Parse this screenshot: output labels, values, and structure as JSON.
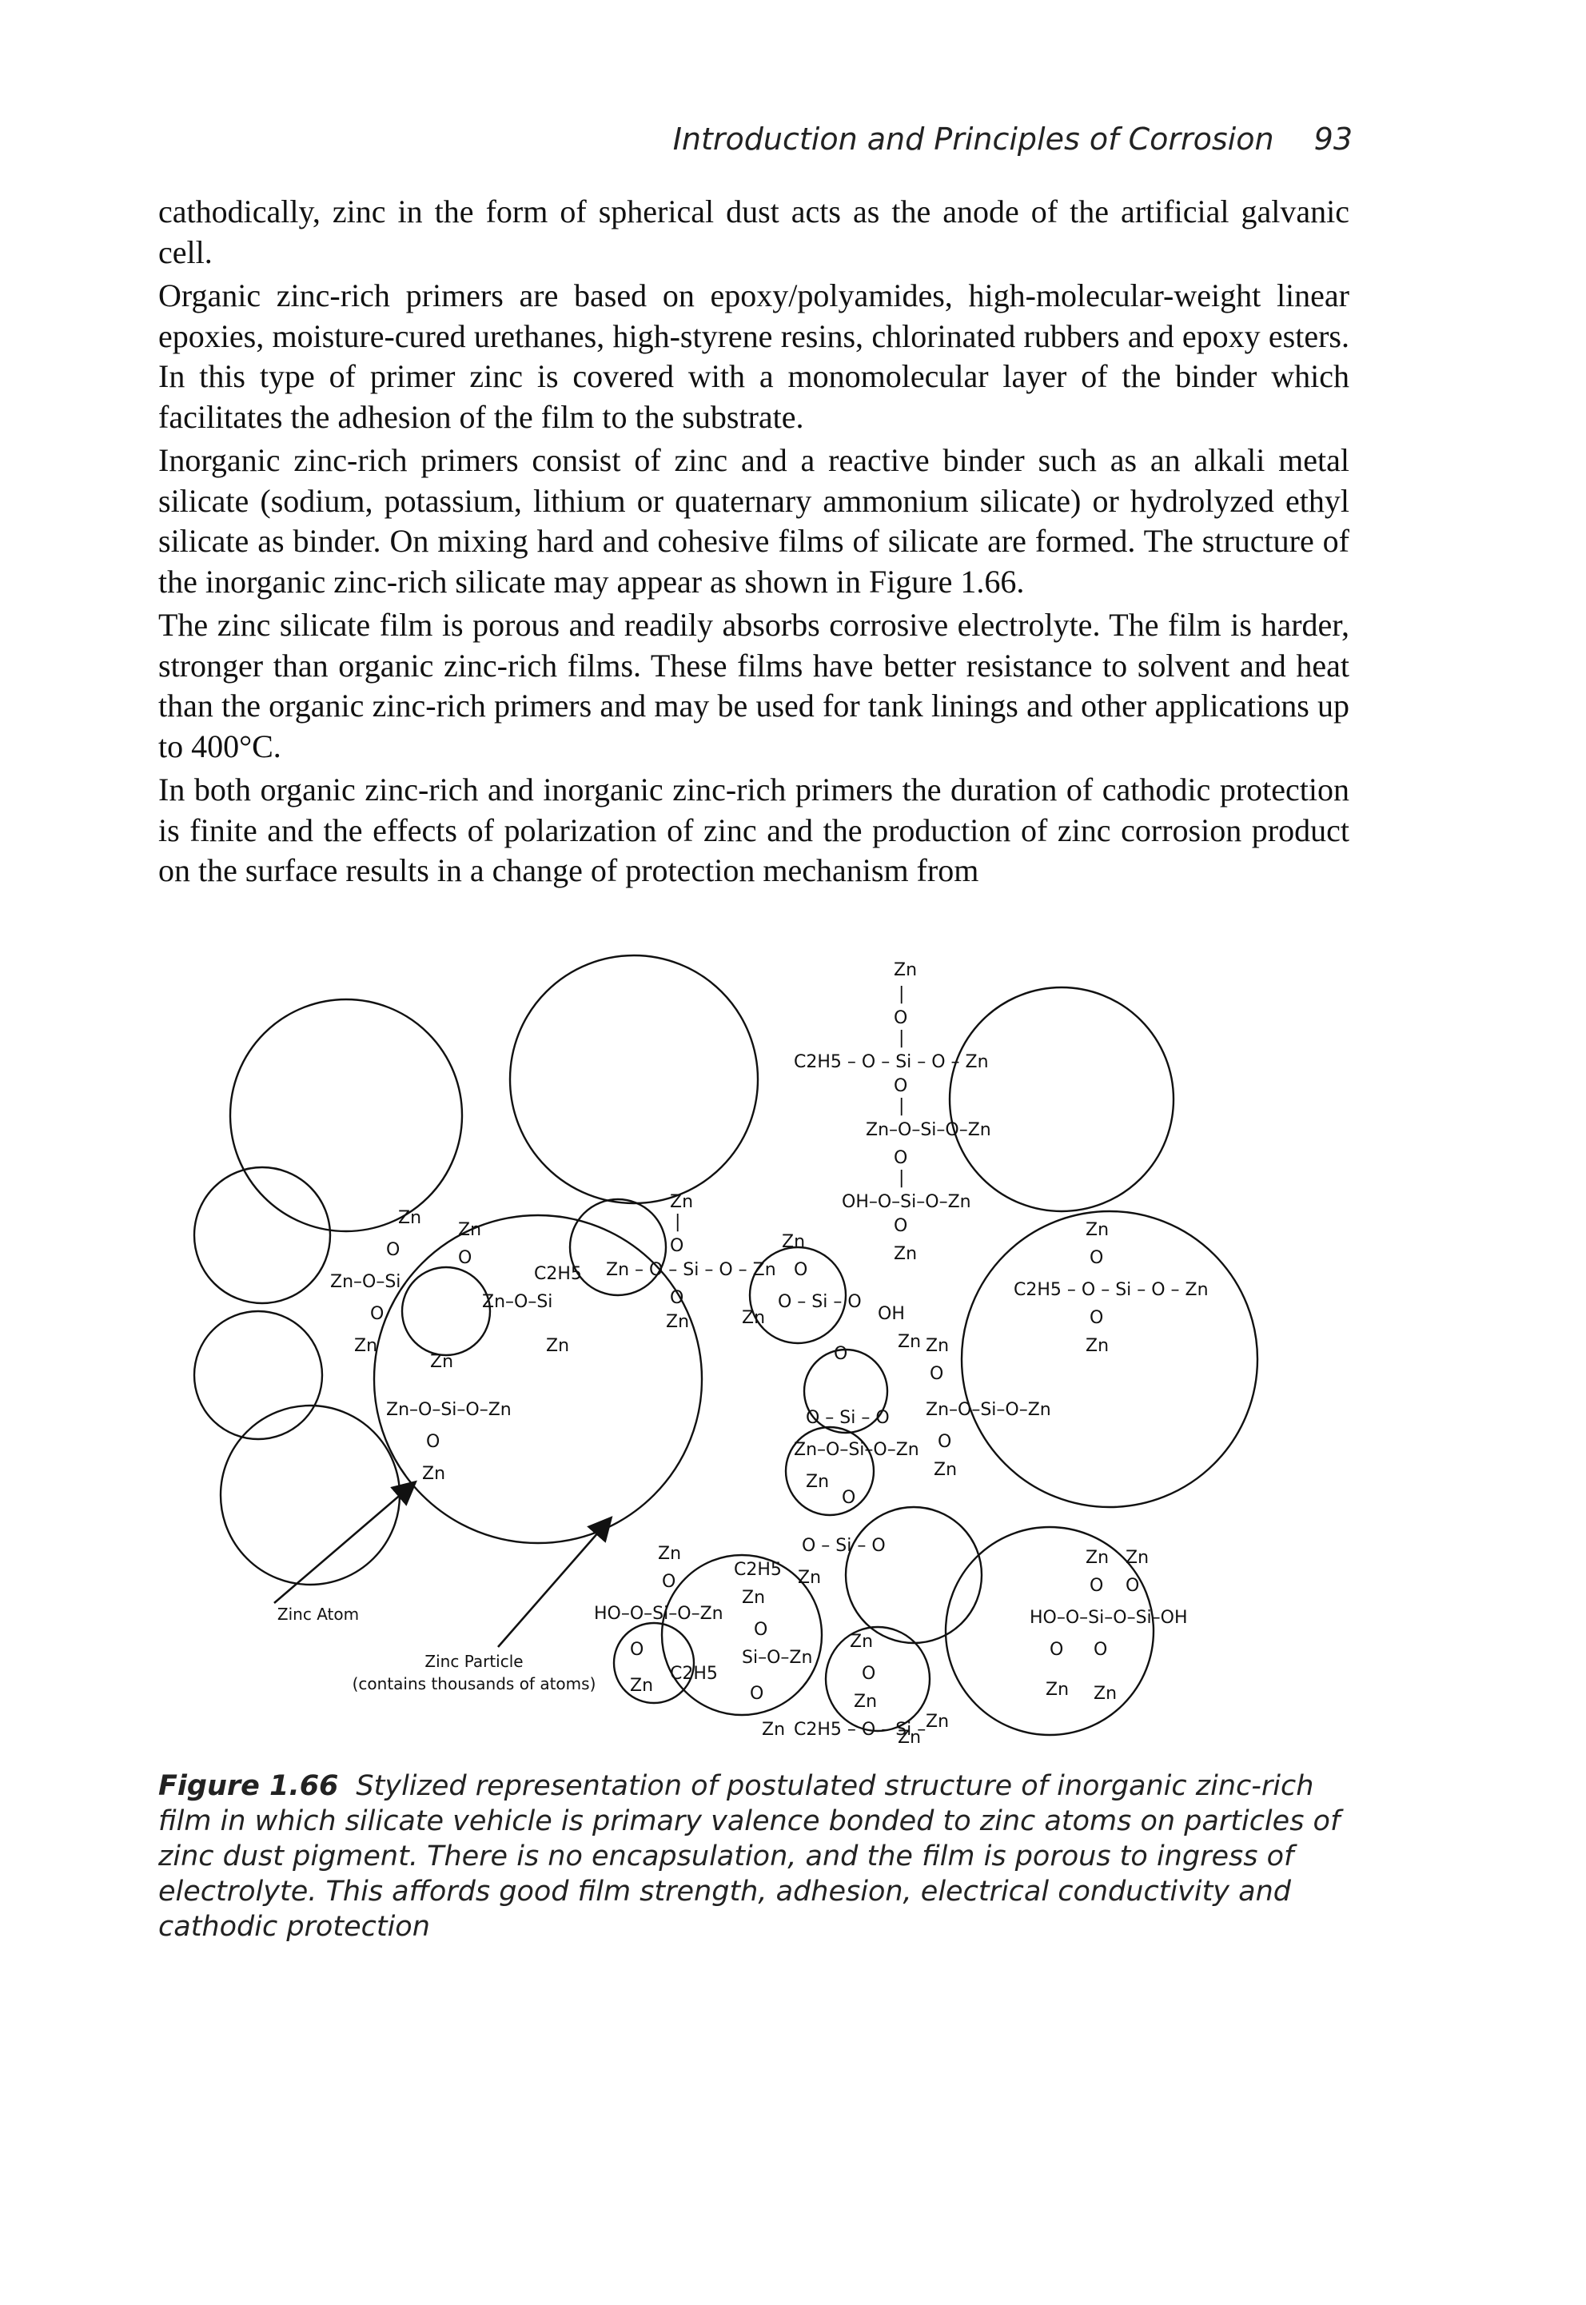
{
  "header": {
    "title": "Introduction and Principles of Corrosion",
    "page_number": "93"
  },
  "paragraphs": [
    "cathodically, zinc in the form of spherical dust acts as the anode of the artificial galvanic cell.",
    "Organic zinc-rich primers are based on epoxy/polyamides, high-molecular-weight linear epoxies, moisture-cured urethanes, high-styrene resins, chlorinated rubbers and epoxy esters. In this type of primer zinc is covered with a monomolecular layer of the binder which facilitates the adhesion of the film to the substrate.",
    "Inorganic zinc-rich primers consist of zinc and a reactive binder such as an alkali metal silicate (sodium, potassium, lithium or quaternary ammonium silicate) or hydrolyzed ethyl silicate as binder. On mixing hard and cohesive films of silicate are formed. The structure of the inorganic zinc-rich silicate may appear as shown in Figure 1.66.",
    "The zinc silicate film is porous and readily absorbs corrosive electrolyte. The film is harder, stronger than organic zinc-rich films. These films have better resistance to solvent and heat than the organic zinc-rich primers and may be used for tank linings and other applications up to 400°C.",
    "In both organic zinc-rich and inorganic zinc-rich primers the duration of cathodic protection is finite and the effects of polarization of zinc and the production of zinc corrosion product on the surface results in a change of protection mechanism from"
  ],
  "figure": {
    "label_zinc_atom": "Zinc Atom",
    "label_zinc_particle": "Zinc Particle",
    "label_zinc_particle_note": "(contains thousands of atoms)",
    "chem": {
      "zn": "Zn",
      "o": "O",
      "si": "Si",
      "oh": "OH",
      "ho": "HO",
      "c2h5": "C2H5",
      "c2h5_o_si_o_zn": "C2H5 – O – Si – O – Zn",
      "zn_o_si_o_zn": "Zn – O – Si – O – Zn",
      "zn_o_si": "Zn–O–Si",
      "si_o_zn": "Si–O–Zn",
      "oh_o_si_o_zn": "OH–O–Si–O–Zn",
      "ho_o_si_o_zn": "HO–O–Si–O–Zn",
      "ho_o_si_o_si_oh": "HO–O–Si–O–Si–OH",
      "c2h5_o_si": "C2H5 – O – Si –",
      "o_si_o": "O – Si – O",
      "zn_o_si_o_zn_short": "Zn–O–Si–O–Zn"
    }
  },
  "caption": {
    "label": "Figure 1.66",
    "text": "Stylized representation of postulated structure of inorganic zinc-rich film in which silicate vehicle is primary valence bonded to zinc atoms on particles of zinc dust pigment. There is no encapsulation, and the film is porous to ingress of electrolyte. This affords good film strength, adhesion, electrical conductivity and cathodic protection"
  }
}
